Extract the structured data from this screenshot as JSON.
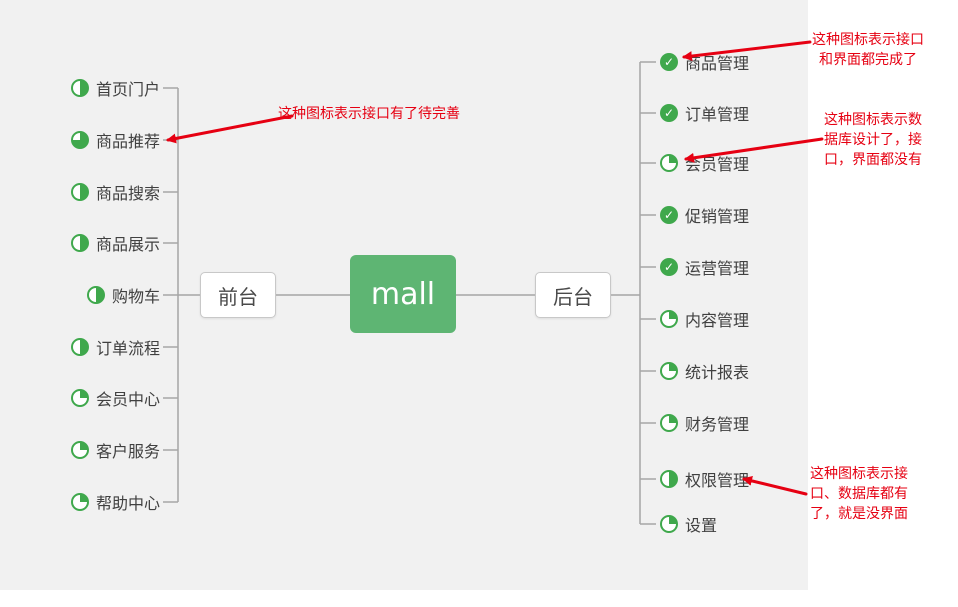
{
  "center": {
    "label": "mall"
  },
  "front": {
    "label": "前台"
  },
  "back": {
    "label": "后台"
  },
  "front_items": [
    {
      "label": "首页门户",
      "icon": "p50"
    },
    {
      "label": "商品推荐",
      "icon": "p75"
    },
    {
      "label": "商品搜索",
      "icon": "p50"
    },
    {
      "label": "商品展示",
      "icon": "p50"
    },
    {
      "label": "购物车",
      "icon": "p50"
    },
    {
      "label": "订单流程",
      "icon": "p50"
    },
    {
      "label": "会员中心",
      "icon": "p25"
    },
    {
      "label": "客户服务",
      "icon": "p25"
    },
    {
      "label": "帮助中心",
      "icon": "p25"
    }
  ],
  "back_items": [
    {
      "label": "商品管理",
      "icon": "check"
    },
    {
      "label": "订单管理",
      "icon": "check"
    },
    {
      "label": "会员管理",
      "icon": "p25"
    },
    {
      "label": "促销管理",
      "icon": "check"
    },
    {
      "label": "运营管理",
      "icon": "check"
    },
    {
      "label": "内容管理",
      "icon": "p25"
    },
    {
      "label": "统计报表",
      "icon": "p25"
    },
    {
      "label": "财务管理",
      "icon": "p25"
    },
    {
      "label": "权限管理",
      "icon": "p50"
    },
    {
      "label": "设置",
      "icon": "p25"
    }
  ],
  "annotations": [
    {
      "lines": [
        "这种图标表示接口有了待完善"
      ]
    },
    {
      "lines": [
        "这种图标表示接口",
        "和界面都完成了"
      ]
    },
    {
      "lines": [
        "这种图标表示数",
        "据库设计了，接",
        "口，界面都没有"
      ]
    },
    {
      "lines": [
        "这种图标表示接",
        "口、数据库都有",
        "了，就是没界面"
      ]
    }
  ],
  "colors": {
    "green": "#5eb573",
    "icon_green": "#3fa84c",
    "line": "#a6a6a6",
    "red": "#e60012",
    "canvas": "#f1f1f1",
    "node_border": "#c8c8c8",
    "text": "#404040"
  }
}
